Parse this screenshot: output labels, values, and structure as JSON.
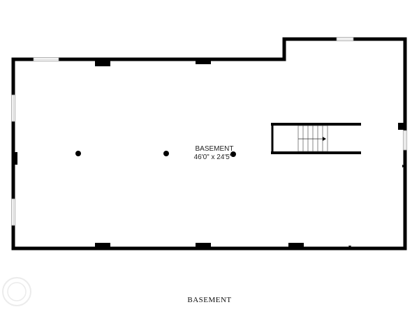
{
  "room": {
    "name": "BASEMENT",
    "dimensions": "46'0\" x 24'5\""
  },
  "floor_label": "BASEMENT",
  "colors": {
    "wall": "#000000",
    "window_fill": "#ffffff",
    "window_stroke": "#999999",
    "background": "#ffffff"
  }
}
